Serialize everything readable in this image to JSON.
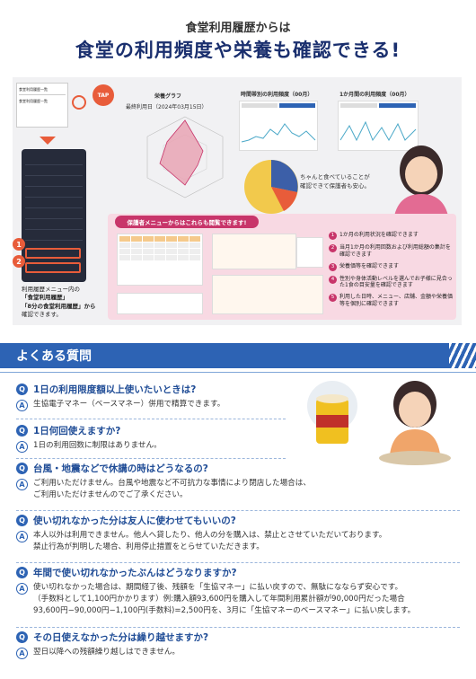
{
  "hero": {
    "subtitle": "食堂利用履歴からは",
    "headline": "食堂の利用頻度や栄養も確認できる!",
    "tap_label": "TAP",
    "phone_card": [
      "食堂利用履歴一覧",
      "食堂利用履歴一覧"
    ],
    "phone_caption": [
      "利用履歴メニュー内の",
      "「食堂利用履歴」",
      "「8分の食堂利用履歴」から",
      "確認できます。"
    ],
    "chart_captions": [
      "栄養グラフ",
      "最終利用日（2024年03月15日）",
      "時間帯別の利用頻度（00月）",
      "1か月間の利用頻度（00月）"
    ],
    "message": [
      "ちゃんと食べていることが",
      "確認できて保護者も安心。"
    ],
    "pink_header": "保護者メニューからはこれらも閲覧できます!",
    "pink_list": [
      "1か月の利用状況を確認できます",
      "当月1か月の利用回数および利用総額の集計を確認できます",
      "栄養価等を確認できます",
      "性別や身体活動レベルを選んでお子様に見合った1食の目安量を確認できます",
      "利用した日時、メニュー、店舗、金額や栄養価等を個別に確認できます"
    ]
  },
  "faq": {
    "title": "よくある質問",
    "items": [
      {
        "q": "1日の利用限度額以上使いたいときは?",
        "a": [
          "生協電子マネー（ベースマネー）併用で精算できます。"
        ]
      },
      {
        "q": "1日何回使えますか?",
        "a": [
          "1日の利用回数に制限はありません。"
        ]
      },
      {
        "q": "台風・地震などで休講の時はどうなるの?",
        "a": [
          "ご利用いただけません。台風や地震など不可抗力な事情により閉店した場合は、",
          "ご利用いただけませんのでご了承ください。"
        ]
      },
      {
        "q": "使い切れなかった分は友人に使わせてもいいの?",
        "a": [
          "本人以外は利用できません。他人へ貸したり、他人の分を購入は、禁止とさせていただいております。",
          "禁止行為が判明した場合、利用停止措置をとらせていただきます。"
        ]
      },
      {
        "q": "年間で使い切れなかったぶんはどうなりますか?",
        "a": [
          "使い切れなかった場合は、期間経了後、残額を「生協マネー」に払い戻すので、無駄になならず安心です。",
          "（手数料として1,100円かかります）例:購入額93,600円を購入して年間利用累計額が90,000円だった場合",
          "93,600円−90,000円−1,100円(手数料)=2,500円を、3月に「生協マネーのベースマネー」に払い戻します。"
        ]
      },
      {
        "q": "その日使えなかった分は繰り越せますか?",
        "a": [
          "翌日以降への残額繰り越しはできません。"
        ]
      }
    ]
  },
  "colors": {
    "navy": "#1a2f6e",
    "blue": "#2d63b4",
    "accent": "#e85c3a",
    "pink": "#c8356a"
  }
}
